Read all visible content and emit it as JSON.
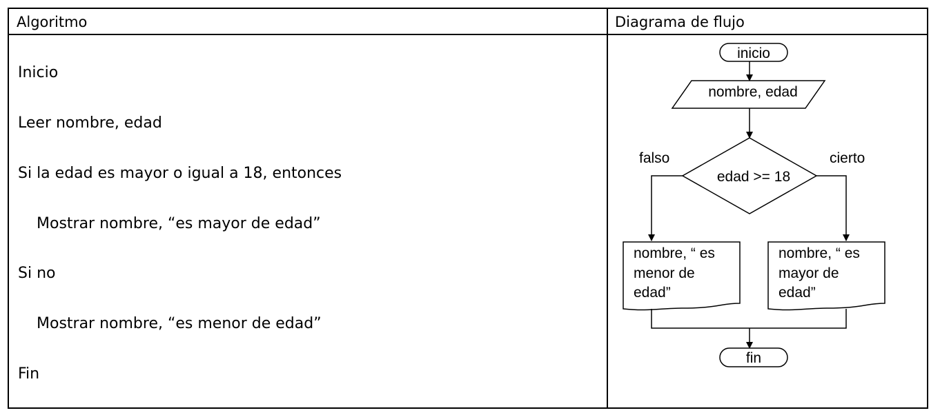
{
  "headers": {
    "algorithm": "Algoritmo",
    "flowchart": "Diagrama de flujo"
  },
  "algorithm": {
    "lines": [
      "Inicio",
      "Leer nombre, edad",
      "Si la edad es mayor o igual a 18, entonces",
      "Mostrar nombre, “es mayor de edad”",
      "Si no",
      "Mostrar nombre, “es menor de edad”",
      "Fin"
    ]
  },
  "flowchart": {
    "start": "inicio",
    "input": "nombre, edad",
    "decision": "edad >= 18",
    "false_label": "falso",
    "true_label": "cierto",
    "output_false": [
      "nombre, “ es",
      "menor de",
      "edad”"
    ],
    "output_true": [
      "nombre, “ es",
      "mayor de",
      "edad”"
    ],
    "end": "fin"
  }
}
